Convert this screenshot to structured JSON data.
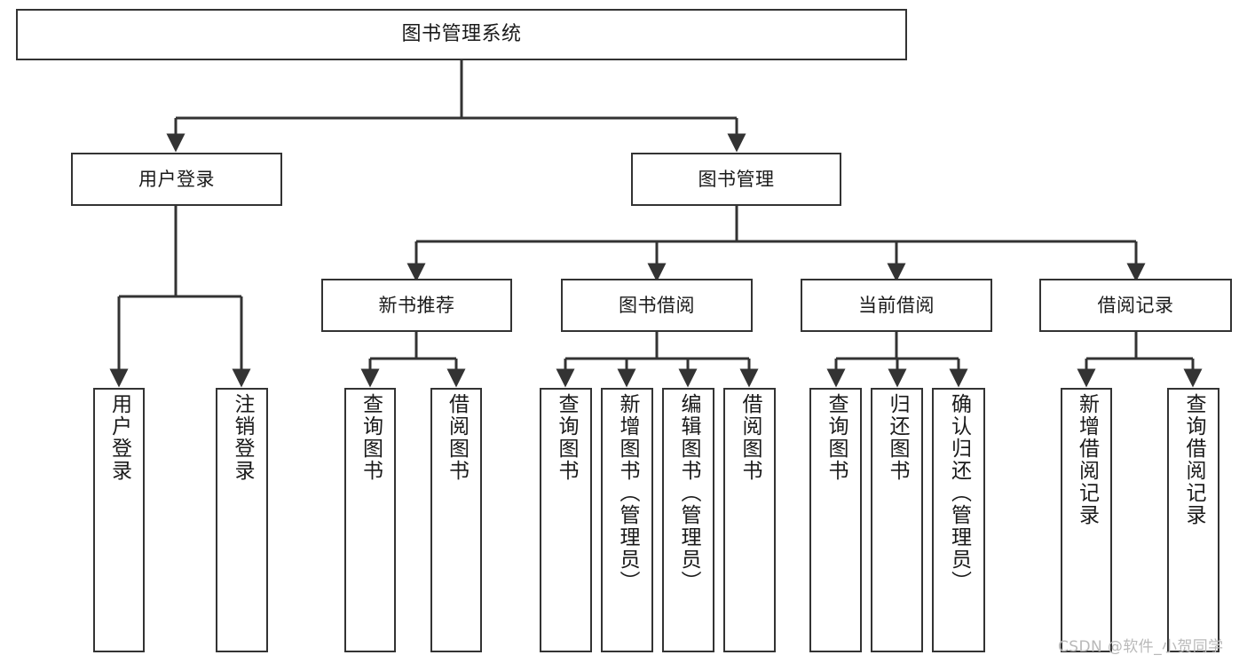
{
  "diagram": {
    "type": "tree",
    "title": "图书管理系统",
    "stroke_color": "#333333",
    "fill_color": "#ffffff",
    "text_color": "#1a1a1a",
    "watermark": "CSDN @软件_小贺同学"
  },
  "nodes": {
    "root": {
      "label": "图书管理系统"
    },
    "level1": [
      {
        "label": "用户登录"
      },
      {
        "label": "图书管理"
      }
    ],
    "level2": [
      {
        "label": "新书推荐"
      },
      {
        "label": "图书借阅"
      },
      {
        "label": "当前借阅"
      },
      {
        "label": "借阅记录"
      }
    ],
    "leaves": {
      "user_login": [
        {
          "label": "用户登录"
        },
        {
          "label": "注销登录"
        }
      ],
      "new_book_recommend": [
        {
          "label": "查询图书"
        },
        {
          "label": "借阅图书"
        }
      ],
      "book_borrow": [
        {
          "label": "查询图书"
        },
        {
          "label": "新增图书（管理员）"
        },
        {
          "label": "编辑图书（管理员）"
        },
        {
          "label": "借阅图书"
        }
      ],
      "current_borrow": [
        {
          "label": "查询图书"
        },
        {
          "label": "归还图书"
        },
        {
          "label": "确认归还（管理员）"
        }
      ],
      "borrow_record": [
        {
          "label": "新增借阅记录"
        },
        {
          "label": "查询借阅记录"
        }
      ]
    }
  }
}
